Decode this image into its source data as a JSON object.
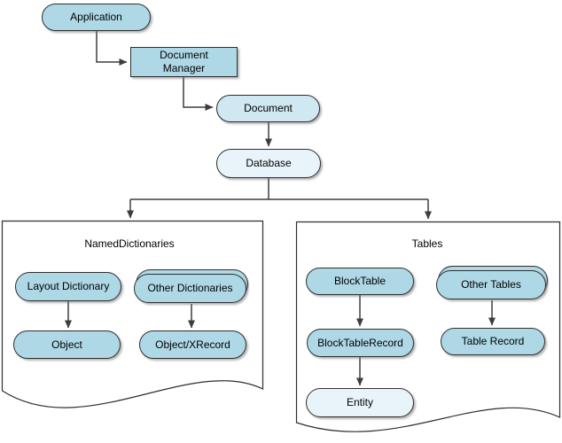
{
  "colors": {
    "node_fill": "#aed8e6",
    "node_fill_document": "#cfe8f2",
    "node_fill_light": "#e9f4fa",
    "border": "#2f2f2f",
    "connector": "#3d3d3d"
  },
  "flow": {
    "application": "Application",
    "document_manager": "Document\nManager",
    "document": "Document",
    "database": "Database"
  },
  "named_dictionaries": {
    "title": "NamedDictionaries",
    "layout_dictionary": "Layout Dictionary",
    "other_dictionaries": "Other Dictionaries",
    "object": "Object",
    "object_xrecord": "Object/XRecord"
  },
  "tables": {
    "title": "Tables",
    "block_table": "BlockTable",
    "other_tables": "Other Tables",
    "block_table_record": "BlockTableRecord",
    "entity": "Entity",
    "table_record": "Table Record"
  }
}
